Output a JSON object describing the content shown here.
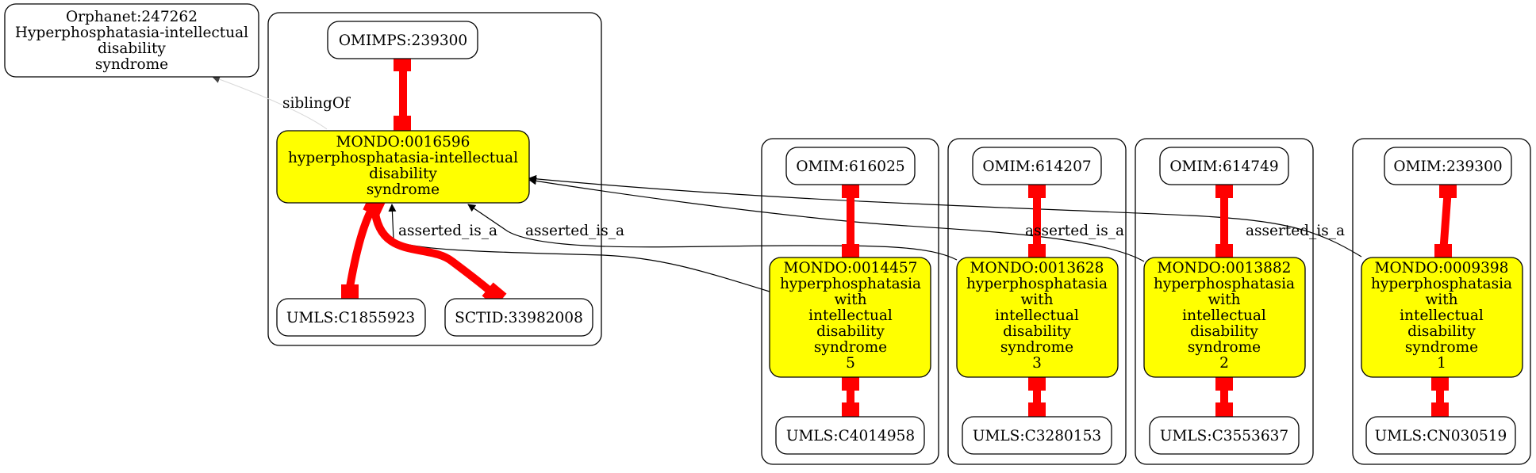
{
  "colors": {
    "highlight_fill": "#ffff00",
    "equivalence_edge": "#ff0000",
    "node_stroke": "#000000",
    "sibling_edge": "#d8d8d8"
  },
  "nodes": {
    "orphanet": {
      "lines": [
        "Orphanet:247262",
        "Hyperphosphatasia-intellectual",
        "disability",
        "syndrome"
      ]
    },
    "omimps": {
      "lines": [
        "OMIMPS:239300"
      ]
    },
    "mondo_16596": {
      "lines": [
        "MONDO:0016596",
        "hyperphosphatasia-intellectual",
        "disability",
        "syndrome"
      ]
    },
    "umls_c1855923": {
      "lines": [
        "UMLS:C1855923"
      ]
    },
    "sctid": {
      "lines": [
        "SCTID:33982008"
      ]
    },
    "omim_616025": {
      "lines": [
        "OMIM:616025"
      ]
    },
    "mondo_14457": {
      "lines": [
        "MONDO:0014457",
        "hyperphosphatasia",
        "with",
        "intellectual",
        "disability",
        "syndrome",
        "5"
      ]
    },
    "umls_c4014958": {
      "lines": [
        "UMLS:C4014958"
      ]
    },
    "omim_614207": {
      "lines": [
        "OMIM:614207"
      ]
    },
    "mondo_13628": {
      "lines": [
        "MONDO:0013628",
        "hyperphosphatasia",
        "with",
        "intellectual",
        "disability",
        "syndrome",
        "3"
      ]
    },
    "umls_c3280153": {
      "lines": [
        "UMLS:C3280153"
      ]
    },
    "omim_614749": {
      "lines": [
        "OMIM:614749"
      ]
    },
    "mondo_13882": {
      "lines": [
        "MONDO:0013882",
        "hyperphosphatasia",
        "with",
        "intellectual",
        "disability",
        "syndrome",
        "2"
      ]
    },
    "umls_c3553637": {
      "lines": [
        "UMLS:C3553637"
      ]
    },
    "omim_239300": {
      "lines": [
        "OMIM:239300"
      ]
    },
    "mondo_9398": {
      "lines": [
        "MONDO:0009398",
        "hyperphosphatasia",
        "with",
        "intellectual",
        "disability",
        "syndrome",
        "1"
      ]
    },
    "umls_cn030519": {
      "lines": [
        "UMLS:CN030519"
      ]
    }
  },
  "edge_labels": {
    "sibling": "siblingOf",
    "asserted_1": "asserted_is_a",
    "asserted_2": "asserted_is_a",
    "asserted_3": "asserted_is_a",
    "asserted_4": "asserted_is_a"
  }
}
